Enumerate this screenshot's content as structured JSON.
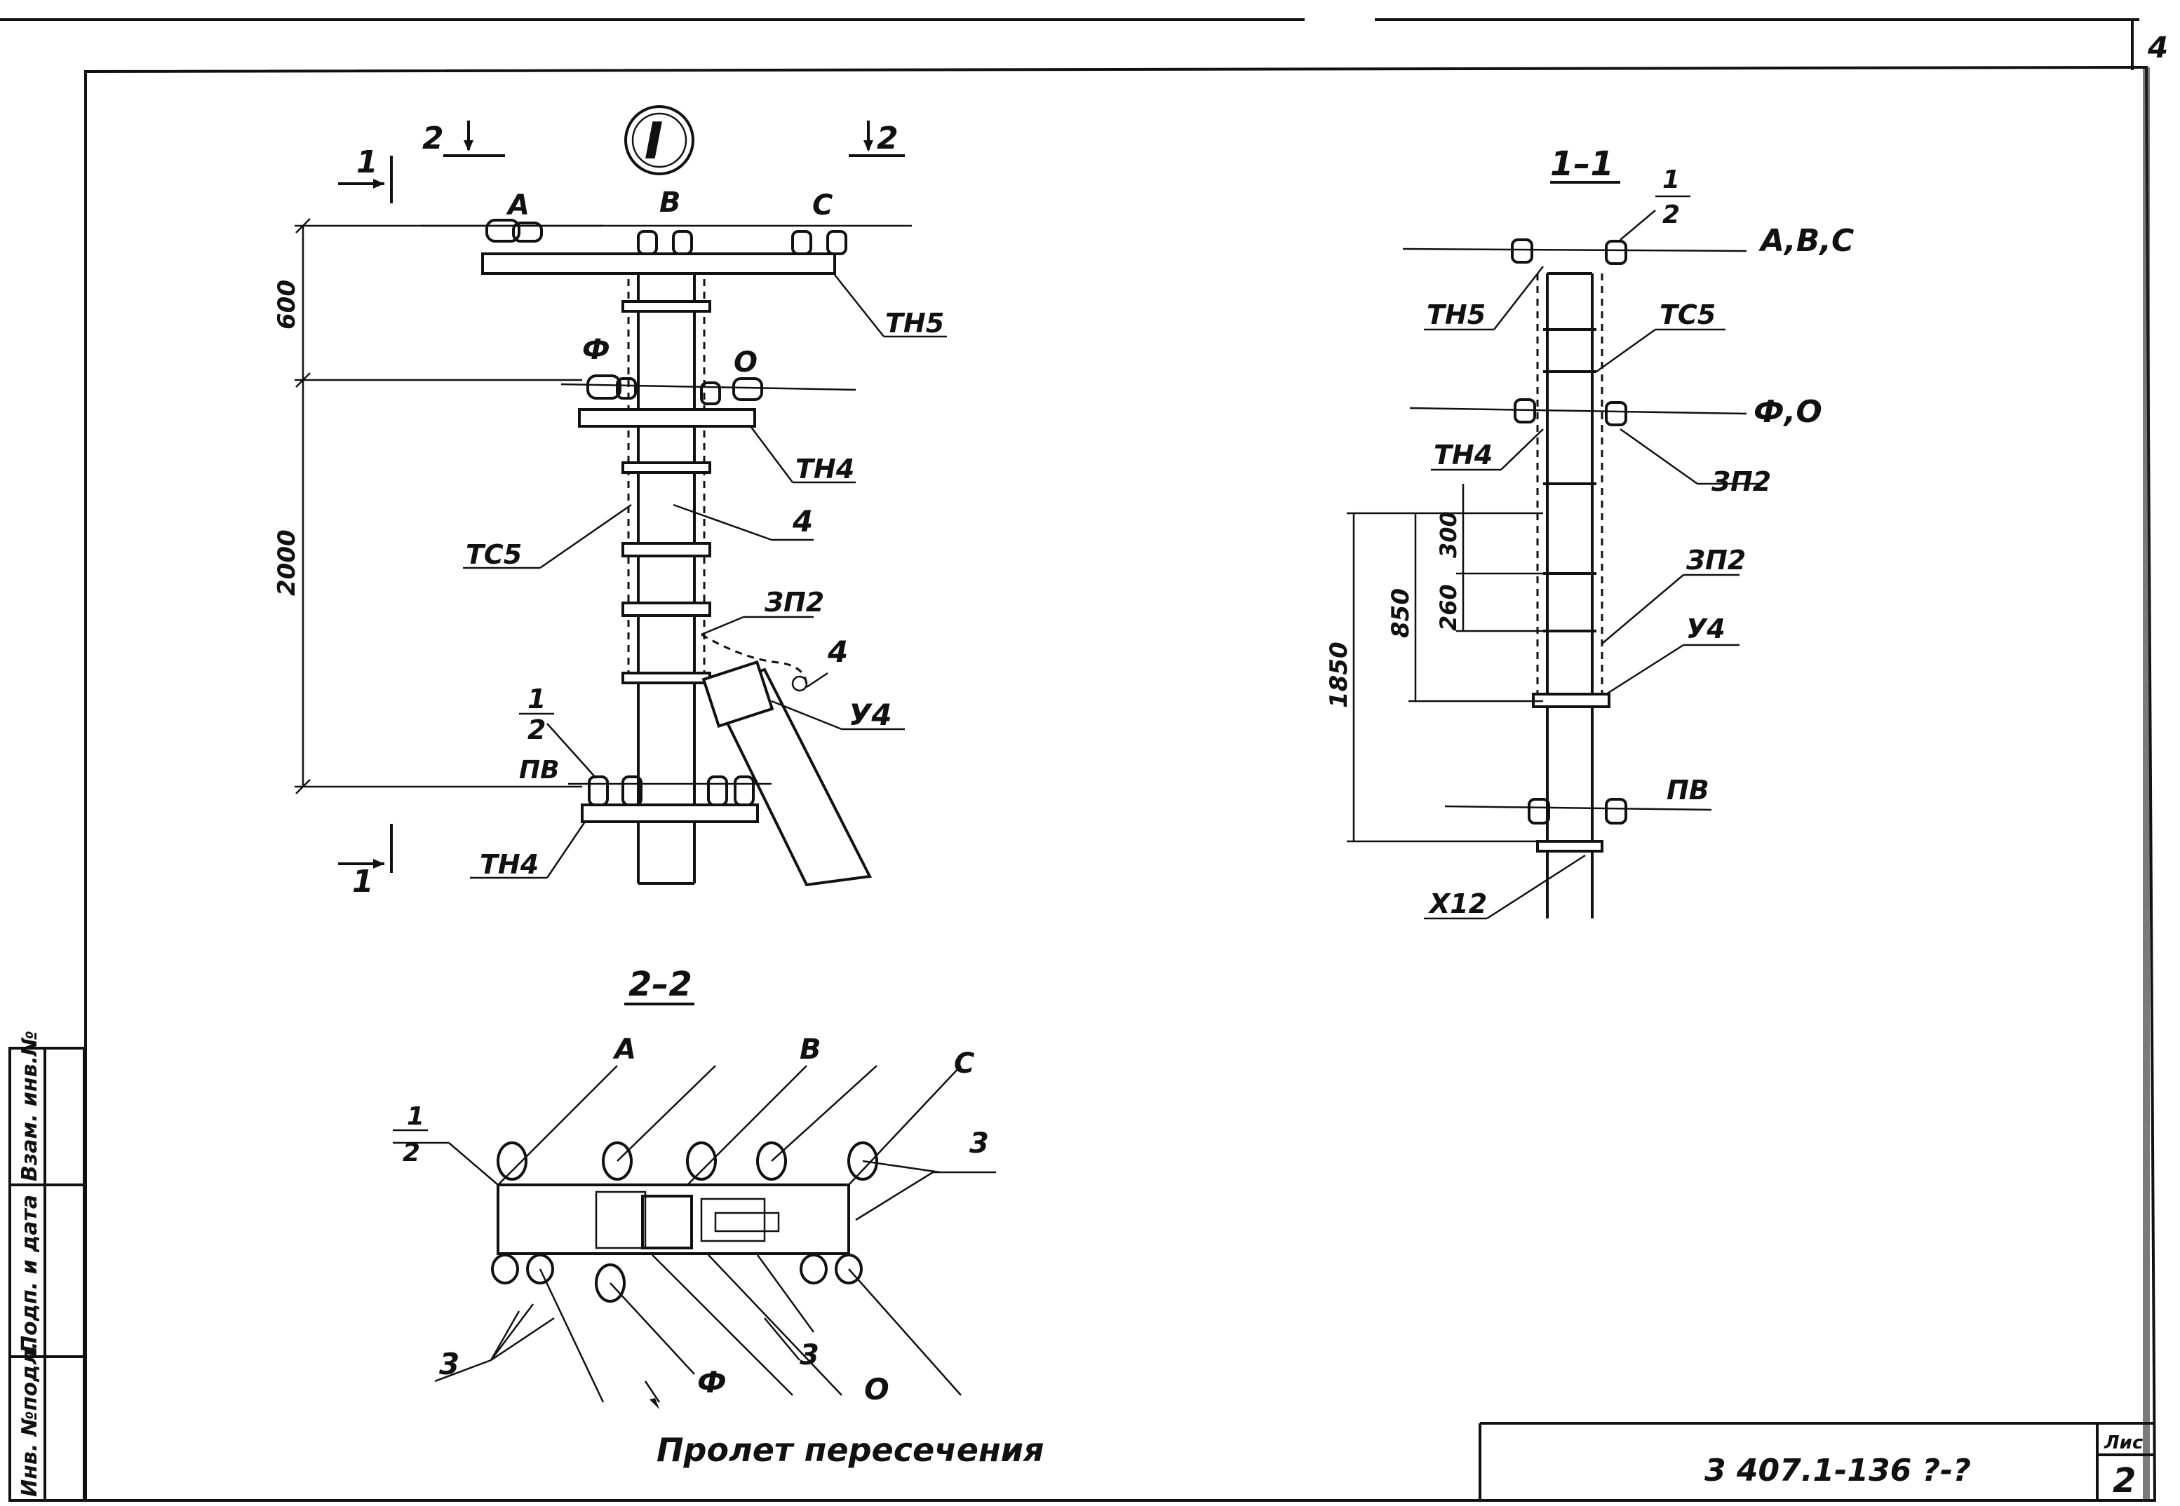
{
  "sheet": {
    "page_no_fragment": "4",
    "doc_code": "3 407.1-136 ?-?",
    "sheet_label_fragment": "Лис",
    "sheet_number": "2",
    "side_stamp": [
      "Инв. №подл.",
      "Подп. и дата",
      "Взам. инв.№"
    ]
  },
  "view_main": {
    "node_marker": "I",
    "section_cut_1": "1",
    "section_cut_2": "2",
    "phases_top": [
      "А",
      "В",
      "С"
    ],
    "phases_mid": [
      "Ф",
      "О"
    ],
    "dims": [
      "600",
      "2000"
    ],
    "labels": {
      "th5": "ТН5",
      "th4_top": "ТН4",
      "tc5": "ТС5",
      "n4_a": "4",
      "zp2": "ЗП2",
      "n4_b": "4",
      "u4": "У4",
      "frac_num": "1",
      "frac_den": "2",
      "pv": "ПВ",
      "th4_bottom": "ТН4"
    }
  },
  "view_1_1": {
    "title": "1–1",
    "frac_num": "1",
    "frac_den": "2",
    "phases_top": "А,В,С",
    "phases_mid": "Ф,О",
    "dims": [
      "300",
      "260",
      "850",
      "1850"
    ],
    "labels": {
      "th5": "ТН5",
      "tc5": "ТС5",
      "th4": "ТН4",
      "zp2_a": "ЗП2",
      "zp2_b": "ЗП2",
      "u4": "У4",
      "pv": "ПВ",
      "x12": "Х12"
    }
  },
  "view_2_2": {
    "title": "2–2",
    "phases_top": [
      "А",
      "В",
      "С"
    ],
    "frac_num": "1",
    "frac_den": "2",
    "n3_right": "3",
    "n3_left": "3",
    "n3_mid": "3",
    "phase_f": "Ф",
    "phase_o": "О",
    "caption": "Пролет пересечения"
  }
}
